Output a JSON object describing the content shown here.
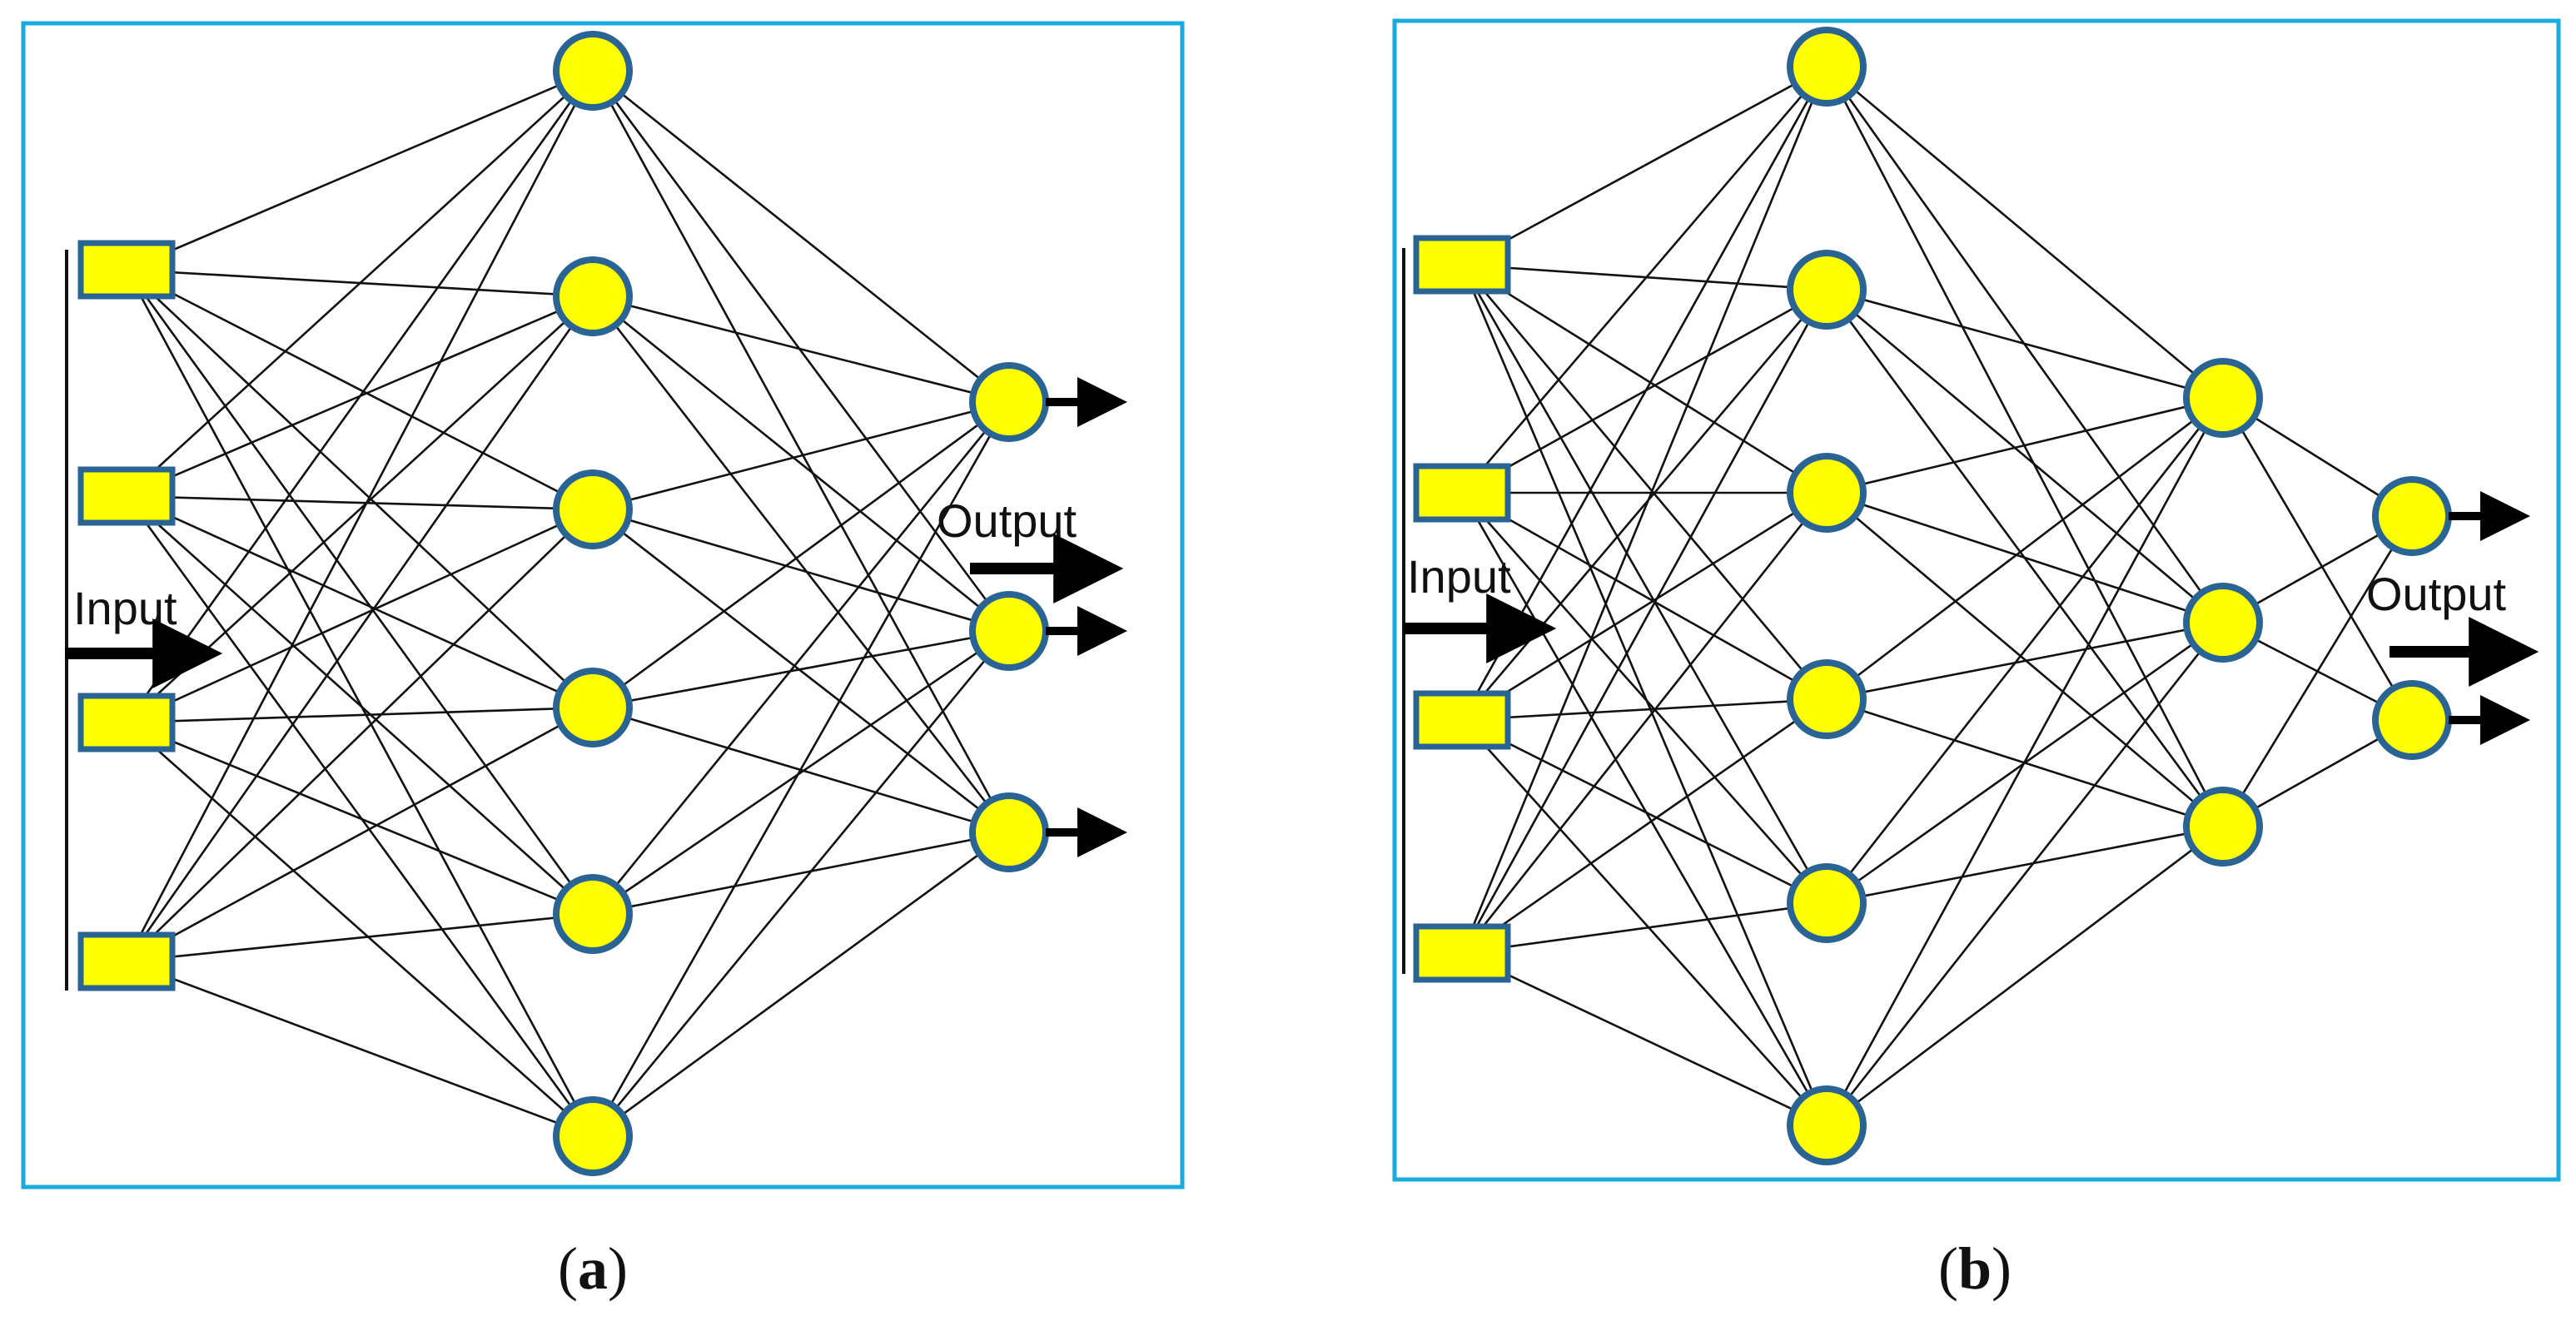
{
  "colors": {
    "frame": "#1aabde",
    "node_fill": "#ffff00",
    "node_stroke": "#2a6495",
    "edge": "#111111",
    "arrow": "#000000"
  },
  "panels": [
    {
      "id": "a",
      "caption_open": "(",
      "caption_letter": "a",
      "caption_close": ")",
      "input_label": "Input",
      "output_label": "Output",
      "layers": [
        {
          "kind": "input",
          "count": 4
        },
        {
          "kind": "hidden",
          "count": 6
        },
        {
          "kind": "output",
          "count": 3
        }
      ]
    },
    {
      "id": "b",
      "caption_open": "(",
      "caption_letter": "b",
      "caption_close": ")",
      "input_label": "Input",
      "output_label": "Output",
      "layers": [
        {
          "kind": "input",
          "count": 4
        },
        {
          "kind": "hidden",
          "count": 6
        },
        {
          "kind": "hidden",
          "count": 3
        },
        {
          "kind": "output",
          "count": 2
        }
      ]
    }
  ]
}
